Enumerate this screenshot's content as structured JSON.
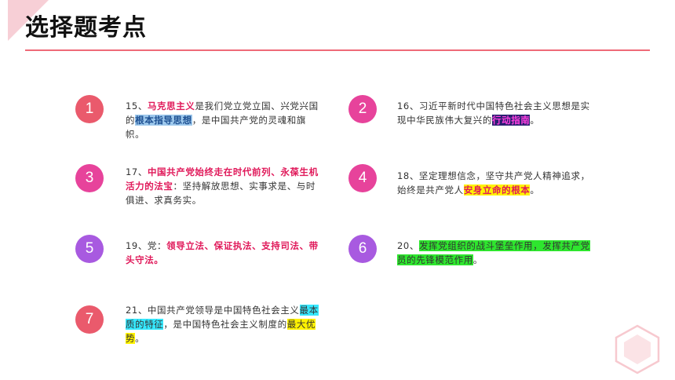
{
  "title": "选择题考点",
  "colors": {
    "accent_line": "#ef6a78",
    "badge_red": "#ea5a6c",
    "badge_pink": "#e7439b",
    "badge_purple": "#a85ae0"
  },
  "items": [
    {
      "num": "1",
      "parts": [
        "15、",
        "马克思主义",
        "是我们党立党立国、兴党兴国的",
        "根本指导思想",
        "，是中国共产党的灵魂和旗帜。"
      ]
    },
    {
      "num": "2",
      "parts": [
        "16、习近平新时代中国特色社会主义思想是实现中华民族伟大复兴的",
        "行动指南",
        "。"
      ]
    },
    {
      "num": "3",
      "parts": [
        "17、",
        "中国共产党始终走在时代前列、永葆生机活力的法宝",
        "：坚持解放思想、实事求是、与时俱进、求真务实。"
      ]
    },
    {
      "num": "4",
      "parts": [
        "18、坚定理想信念，坚守共产党人精神追求，始终是共产党人",
        "安身立命的根本",
        "。"
      ]
    },
    {
      "num": "5",
      "parts": [
        "19、党：",
        "领导立法、保证执法、支持司法、带头守法。"
      ]
    },
    {
      "num": "6",
      "parts": [
        "20、",
        "发挥党组织的战斗堡垒作用，发挥共产党员的先锋模范作用",
        "。"
      ]
    },
    {
      "num": "7",
      "parts": [
        "21、中国共产党领导是中国特色社会主义",
        "最本质的特征",
        "，是中国特色社会主义制度的",
        "最大优势",
        "。"
      ]
    }
  ]
}
